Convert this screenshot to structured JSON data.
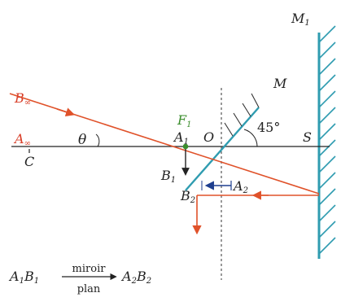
{
  "labels": {
    "B_inf": "B",
    "A_inf": "A",
    "inf_sub": "∞",
    "theta": "θ",
    "C": "C",
    "F": "F",
    "F_sub": "1",
    "A1": "A",
    "A1_sub": "1",
    "O": "O",
    "angle": "45°",
    "S": "S",
    "M": "M",
    "M1": "M",
    "M1_sub": "1",
    "B1": "B",
    "B1_sub": "1",
    "B2": "B",
    "B2_sub": "2",
    "A2": "A",
    "A2_sub": "2"
  },
  "formula": {
    "left_1": "A",
    "left_1_sub": "1",
    "left_2": "B",
    "left_2_sub": "1",
    "arrow_top": "miroir",
    "arrow_bottom": "plan",
    "right_1": "A",
    "right_1_sub": "2",
    "right_2": "B",
    "right_2_sub": "2"
  },
  "colors": {
    "ray_red": "#e0522a",
    "label_red": "#d9402a",
    "label_green": "#3a8d2c",
    "mirror_teal": "#2f9cb0",
    "image_blue": "#1f3f8f",
    "ink": "#222222"
  }
}
